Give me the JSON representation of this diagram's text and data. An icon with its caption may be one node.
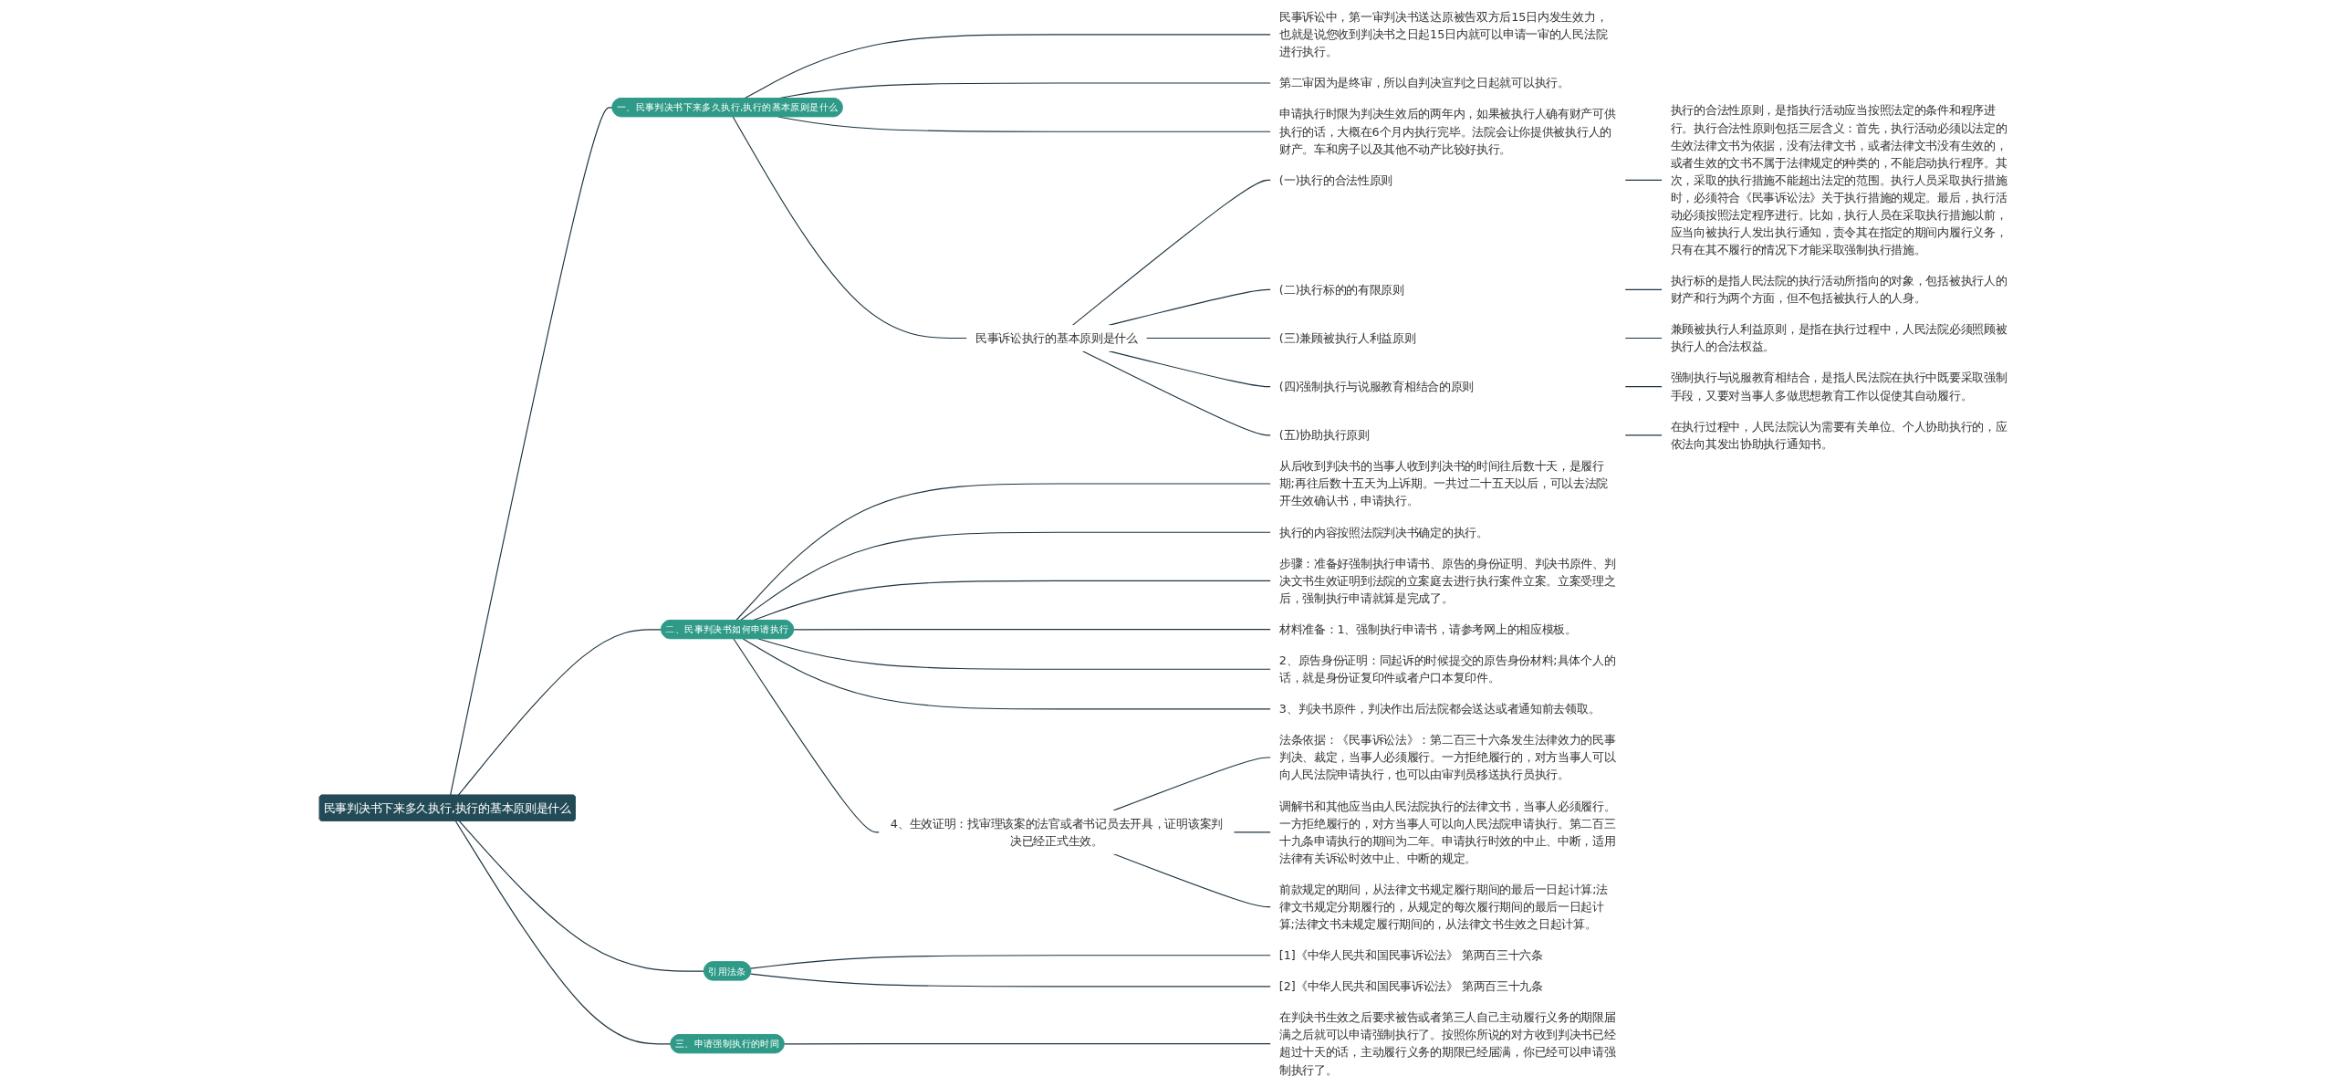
{
  "diagram": {
    "nodes": [
      {
        "text": [
          "民事判决书下来多久执行,执行的基本原则是什么"
        ]
      },
      {
        "text": [
          "一、民事判决书下来多久执行,执行的基本原则是什么"
        ]
      },
      {
        "text": [
          "民事诉讼中，第一审判决书送达原被告双方后15日内发生效力，也就是说您收到判决书之日起15日内就可以申请一审的人民法院进行执行。"
        ]
      },
      {
        "text": [
          "第二审因为是终审，所以自判决宣判之日起就可以执行。"
        ]
      },
      {
        "text": [
          "申请执行时限为判决生效后的两年内，如果被执行人确有财产可供执行的话，大概在6个月内执行完毕。法院会让你提供被执行人的财产。车和房子以及其他不动产比较好执行。"
        ]
      },
      {
        "text": [
          "民事诉讼执行的基本原则是什么"
        ]
      },
      {
        "text": [
          "(一)执行的合法性原则"
        ]
      },
      {
        "text": [
          "执行的合法性原则，是指执行活动应当按照法定的条件和程序进行。执行合法性原则包括三层含义：首先，执行活动必须以法定的生效法律文书为依据，没有法律文书，或者法律文书没有生效的，或者生效的文书不属于法律规定的种类的，不能启动执行程序。其次，采取的执行措施不能超出法定的范围。执行人员采取执行措施时，必须符合《民事诉讼法》关于执行措施的规定。最后，执行活动必须按照法定程序进行。比如，执行人员在采取执行措施以前，应当向被执行人发出执行通知，责令其在指定的期间内履行义务，只有在其不履行的情况下才能采取强制执行措施。"
        ]
      },
      {
        "text": [
          "(二)执行标的的有限原则"
        ]
      },
      {
        "text": [
          "执行标的是指人民法院的执行活动所指向的对象，包括被执行人的财产和行为两个方面，但不包括被执行人的人身。"
        ]
      },
      {
        "text": [
          "(三)兼顾被执行人利益原则"
        ]
      },
      {
        "text": [
          "兼顾被执行人利益原则，是指在执行过程中，人民法院必须照顾被执行人的合法权益。"
        ]
      },
      {
        "text": [
          "(四)强制执行与说服教育相结合的原则"
        ]
      },
      {
        "text": [
          "强制执行与说服教育相结合，是指人民法院在执行中既要采取强制手段，又要对当事人多做思想教育工作以促使其自动履行。"
        ]
      },
      {
        "text": [
          "(五)协助执行原则"
        ]
      },
      {
        "text": [
          "在执行过程中，人民法院认为需要有关单位、个人协助执行的，应依法向其发出协助执行通知书。"
        ]
      },
      {
        "text": [
          "二、民事判决书如何申请执行"
        ]
      },
      {
        "text": [
          "从后收到判决书的当事人收到判决书的时间往后数十天，是履行期;再往后数十五天为上诉期。一共过二十五天以后，可以去法院开生效确认书，申请执行。"
        ]
      },
      {
        "text": [
          "执行的内容按照法院判决书确定的执行。"
        ]
      },
      {
        "text": [
          "步骤：准备好强制执行申请书、原告的身份证明、判决书原件、判决文书生效证明到法院的立案庭去进行执行案件立案。立案受理之后，强制执行申请就算是完成了。"
        ]
      },
      {
        "text": [
          "材料准备：1、强制执行申请书，请参考网上的相应模板。"
        ]
      },
      {
        "text": [
          "2、原告身份证明：同起诉的时候提交的原告身份材料;具体个人的话，就是身份证复印件或者户口本复印件。"
        ]
      },
      {
        "text": [
          "3、判决书原件，判决作出后法院都会送达或者通知前去领取。"
        ]
      },
      {
        "text": [
          "4、生效证明：找审理该案的法官或者书记员去开具，证明该案判决已经正式生效。"
        ]
      },
      {
        "text": [
          "法条依据：《民事诉讼法》：第二百三十六条发生法律效力的民事判决、裁定，当事人必须履行。一方拒绝履行的，对方当事人可以向人民法院申请执行，也可以由审判员移送执行员执行。"
        ]
      },
      {
        "text": [
          "调解书和其他应当由人民法院执行的法律文书，当事人必须履行。一方拒绝履行的，对方当事人可以向人民法院申请执行。第二百三十九条申请执行的期间为二年。申请执行时效的中止、中断，适用法律有关诉讼时效中止、中断的规定。"
        ]
      },
      {
        "text": [
          "前款规定的期间，从法律文书规定履行期间的最后一日起计算;法律文书规定分期履行的，从规定的每次履行期间的最后一日起计算;法律文书未规定履行期间的，从法律文书生效之日起计算。"
        ]
      },
      {
        "text": [
          "引用法条"
        ]
      },
      {
        "text": [
          "[1]《中华人民共和国民事诉讼法》 第两百三十六条"
        ]
      },
      {
        "text": [
          "[2]《中华人民共和国民事诉讼法》 第两百三十九条"
        ]
      },
      {
        "text": [
          "三、申请强制执行的时间"
        ]
      },
      {
        "text": [
          "在判决书生效之后要求被告或者第三人自己主动履行义务的期限届满之后就可以申请强制执行了。按照你所说的对方收到判决书已经超过十天的话，主动履行义务的期限已经届满，你已经可以申请强制执行了。"
        ]
      }
    ],
    "edges": [
      {
        "from": 0,
        "to": 1,
        "arrow": "none"
      },
      {
        "from": 1,
        "to": 2,
        "arrow": "none"
      },
      {
        "from": 1,
        "to": 3,
        "arrow": "none"
      },
      {
        "from": 1,
        "to": 4,
        "arrow": "none"
      },
      {
        "from": 1,
        "to": 5,
        "arrow": "none"
      },
      {
        "from": 5,
        "to": 6,
        "arrow": "none"
      },
      {
        "from": 6,
        "to": 7,
        "arrow": "none"
      },
      {
        "from": 5,
        "to": 8,
        "arrow": "none"
      },
      {
        "from": 8,
        "to": 9,
        "arrow": "none"
      },
      {
        "from": 5,
        "to": 10,
        "arrow": "none"
      },
      {
        "from": 10,
        "to": 11,
        "arrow": "none"
      },
      {
        "from": 5,
        "to": 12,
        "arrow": "none"
      },
      {
        "from": 12,
        "to": 13,
        "arrow": "none"
      },
      {
        "from": 5,
        "to": 14,
        "arrow": "none"
      },
      {
        "from": 14,
        "to": 15,
        "arrow": "none"
      },
      {
        "from": 0,
        "to": 16,
        "arrow": "none"
      },
      {
        "from": 16,
        "to": 17,
        "arrow": "none"
      },
      {
        "from": 16,
        "to": 18,
        "arrow": "none"
      },
      {
        "from": 16,
        "to": 19,
        "arrow": "none"
      },
      {
        "from": 16,
        "to": 20,
        "arrow": "none"
      },
      {
        "from": 16,
        "to": 21,
        "arrow": "none"
      },
      {
        "from": 16,
        "to": 22,
        "arrow": "none"
      },
      {
        "from": 16,
        "to": 23,
        "arrow": "none"
      },
      {
        "from": 23,
        "to": 24,
        "arrow": "none"
      },
      {
        "from": 23,
        "to": 25,
        "arrow": "none"
      },
      {
        "from": 23,
        "to": 26,
        "arrow": "none"
      },
      {
        "from": 0,
        "to": 27,
        "arrow": "none"
      },
      {
        "from": 27,
        "to": 28,
        "arrow": "none"
      },
      {
        "from": 27,
        "to": 29,
        "arrow": "none"
      },
      {
        "from": 0,
        "to": 30,
        "arrow": "none"
      },
      {
        "from": 30,
        "to": 31,
        "arrow": "none"
      }
    ]
  }
}
